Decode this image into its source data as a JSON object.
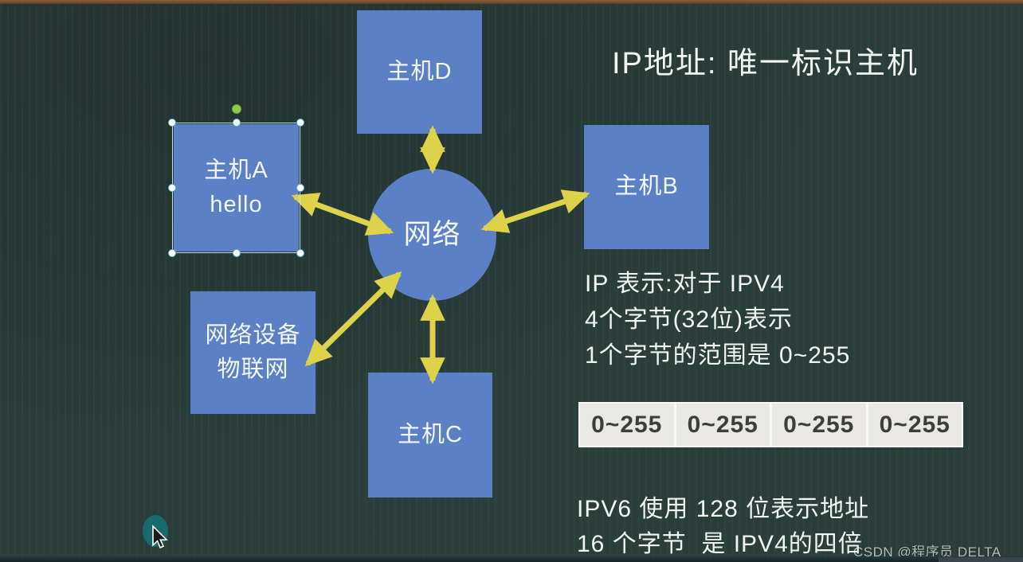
{
  "title": "IP地址: 唯一标识主机",
  "diagram": {
    "nodes": {
      "host_d": {
        "label": "主机D"
      },
      "host_a": {
        "label_line1": "主机A",
        "label_line2": "hello"
      },
      "host_b": {
        "label": "主机B"
      },
      "network": {
        "label": "网络"
      },
      "iot": {
        "label_line1": "网络设备",
        "label_line2": "物联网"
      },
      "host_c": {
        "label": "主机C"
      }
    }
  },
  "ipv4_section": {
    "line1": "IP 表示:对于 IPV4",
    "line2": "4个字节(32位)表示",
    "line3": "1个字节的范围是 0~255"
  },
  "byte_table": {
    "cells": [
      "0~255",
      "0~255",
      "0~255",
      "0~255"
    ]
  },
  "ipv6_section": {
    "line1": "IPV6 使用 128 位表示地址",
    "line2": "16 个字节  是 IPV4的四倍"
  },
  "watermark": "CSDN @程序员 DELTA",
  "colors": {
    "background": "#2a3f3b",
    "frame_top": "#6e4a2a",
    "node_fill": "#5b80c6",
    "node_text": "#f4f6f8",
    "arrow": "#ddd24a",
    "slide_text": "#f3f5f3",
    "table_frame": "#f8f8f6",
    "table_cell": "#e9e8e4",
    "table_text": "#3d3d3d",
    "selection_border": "#b9e4f3",
    "handle_fill": "#ffffff",
    "rotation_handle": "#8fc94d",
    "cursor_highlight": "#176a6d",
    "watermark_text": "#b5bbc0"
  }
}
